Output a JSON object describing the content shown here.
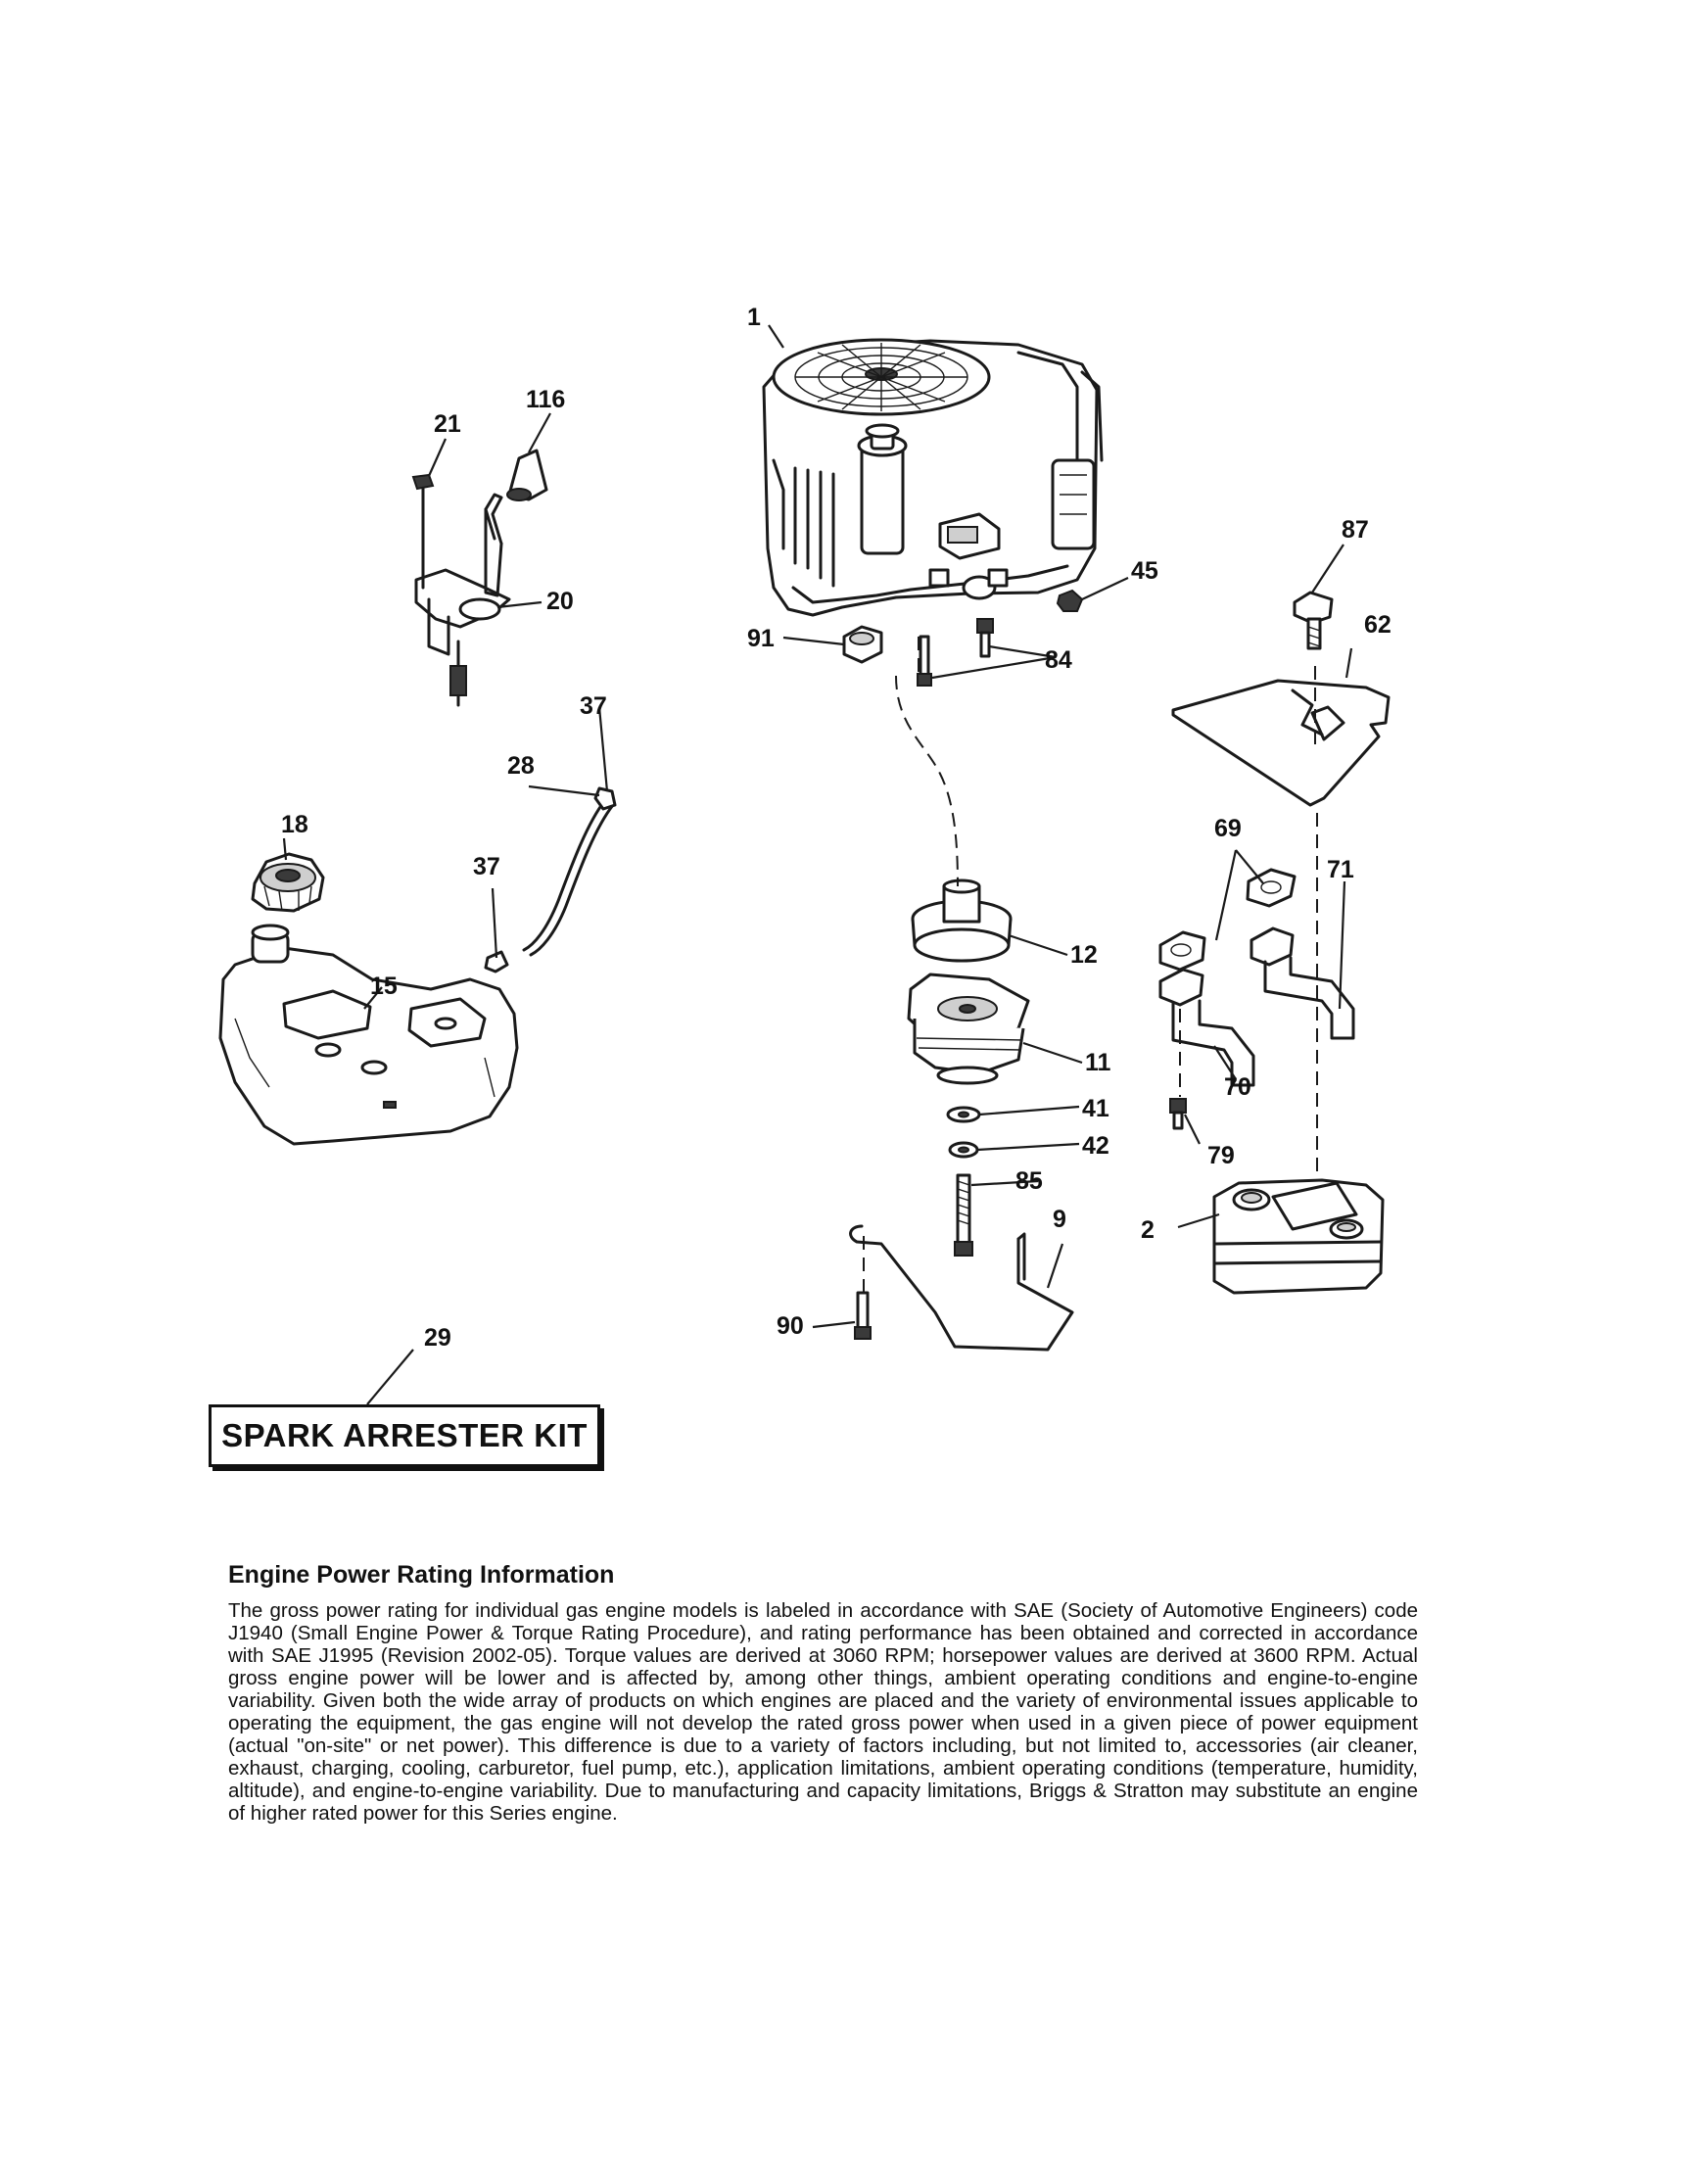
{
  "callouts": {
    "c1": "1",
    "c2": "2",
    "c9": "9",
    "c11": "11",
    "c12": "12",
    "c15": "15",
    "c18": "18",
    "c20": "20",
    "c21": "21",
    "c28": "28",
    "c29": "29",
    "c37a": "37",
    "c37b": "37",
    "c41": "41",
    "c42": "42",
    "c45": "45",
    "c62": "62",
    "c69": "69",
    "c70": "70",
    "c71": "71",
    "c79": "79",
    "c84": "84",
    "c85": "85",
    "c87": "87",
    "c90": "90",
    "c91": "91",
    "c116": "116"
  },
  "kit": {
    "label": "SPARK ARRESTER KIT"
  },
  "info": {
    "heading": "Engine Power Rating Information",
    "body": "The gross power rating for individual gas engine models is labeled in accordance with SAE (Society of Automotive Engineers) code J1940 (Small Engine Power & Torque Rating Procedure), and rating performance has been obtained and corrected in accordance with SAE J1995 (Revision 2002-05). Torque values are derived at 3060 RPM; horsepower values are derived at 3600 RPM. Actual gross engine power will be lower and is affected by, among other things, ambient operating conditions and engine-to-engine variability. Given both the wide array of products on which engines are placed and the variety of environmental issues applicable to operating the equipment, the gas engine will not develop the rated gross power when used in a given piece of power equipment (actual \"on-site\" or net power). This difference is due to a variety of factors including, but not limited to, accessories (air cleaner, exhaust, charging, cooling, carburetor, fuel pump, etc.), application limitations, ambient operating conditions (temperature, humidity, altitude), and engine-to-engine variability. Due to manufacturing and capacity limitations, Briggs & Stratton may substitute an engine of higher rated power for this Series engine."
  }
}
